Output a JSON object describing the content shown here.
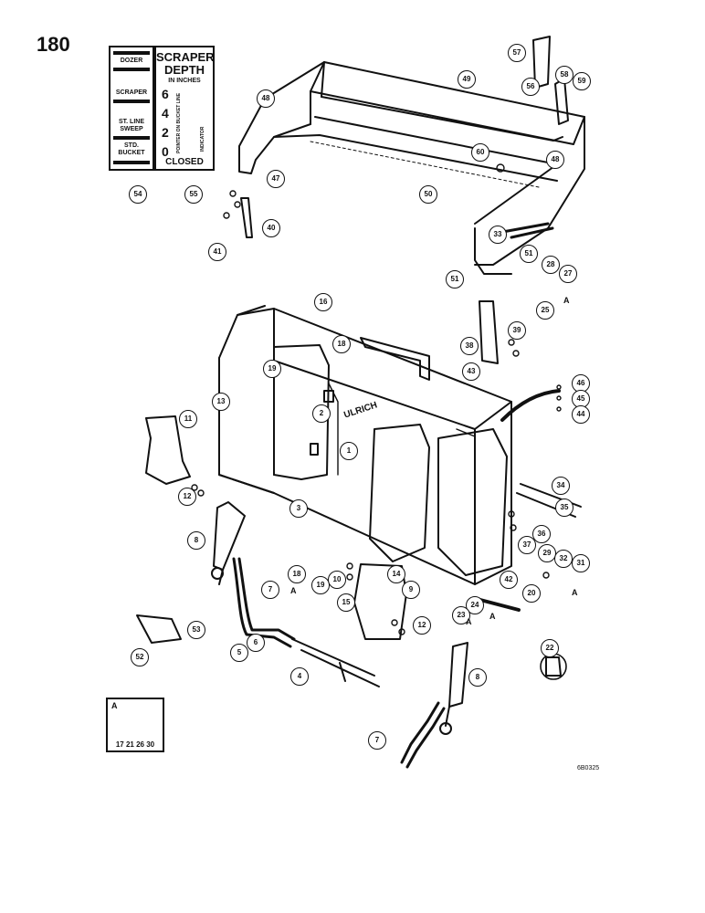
{
  "page_number": "180",
  "decal_54": {
    "labels": [
      "DOZER",
      "SCRAPER",
      "ST. LINE SWEEP",
      "STD. BUCKET"
    ]
  },
  "decal_55": {
    "title_line1": "SCRAPER",
    "title_line2": "DEPTH",
    "subtitle": "IN INCHES",
    "scale": [
      "6",
      "4",
      "2",
      "0"
    ],
    "closed_label": "CLOSED",
    "side_text_left": "POINTER ON BUCKET LINE",
    "side_text_right": "INDICATOR"
  },
  "bucket_brand": "ULRICH",
  "inset": {
    "letter": "A",
    "parts": "17 21 26 30"
  },
  "figure_ref": "6B0325",
  "callouts": [
    "54",
    "55",
    "57",
    "58",
    "59",
    "56",
    "49",
    "48",
    "60",
    "47",
    "50",
    "48",
    "40",
    "41",
    "33",
    "51",
    "51",
    "28",
    "27",
    "25",
    "39",
    "38",
    "43",
    "16",
    "18",
    "19",
    "13",
    "2",
    "1",
    "11",
    "12",
    "3",
    "46",
    "45",
    "44",
    "34",
    "35",
    "36",
    "37",
    "29",
    "32",
    "31",
    "8",
    "7",
    "18",
    "19",
    "10",
    "14",
    "15",
    "9",
    "42",
    "20",
    "24",
    "23",
    "22",
    "12",
    "53",
    "52",
    "5",
    "6",
    "4",
    "8",
    "7"
  ],
  "a_refs": [
    "A",
    "A",
    "A",
    "A",
    "A"
  ]
}
